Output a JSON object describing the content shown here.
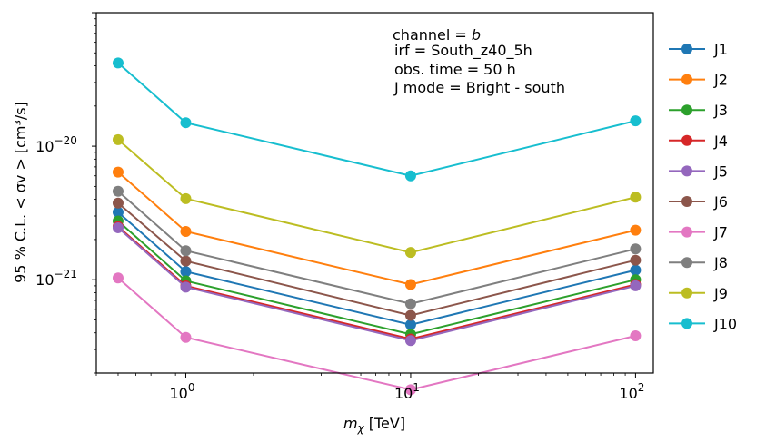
{
  "chart_data": {
    "type": "line",
    "xscale": "log",
    "yscale": "log",
    "x": [
      0.5,
      1,
      10,
      100
    ],
    "xlim": [
      0.4,
      120
    ],
    "ylim": [
      2e-22,
      1e-19
    ],
    "xlabel": "m",
    "xlabel_sub": "χ",
    "xlabel_unit": " [TeV]",
    "ylabel": "95 % C.L.  < σv >   [cm³/s]",
    "xticks": [
      {
        "value": 1,
        "base": "10",
        "exp": "0"
      },
      {
        "value": 10,
        "base": "10",
        "exp": "1"
      },
      {
        "value": 100,
        "base": "10",
        "exp": "2"
      }
    ],
    "yticks": [
      {
        "value": 1e-20,
        "base": "10",
        "exp": "−20"
      },
      {
        "value": 1e-21,
        "base": "10",
        "exp": "−21"
      }
    ],
    "annotations": {
      "channel_prefix": "channel = ",
      "channel_value": "b",
      "irf": "irf = South_z40_5h",
      "obs_time": "obs. time = 50 h",
      "j_mode": "J mode = Bright - south"
    },
    "legend_position": "outside-right",
    "grid": false,
    "series": [
      {
        "name": "J1",
        "color": "#1f77b4",
        "values": [
          3.2e-21,
          1.15e-21,
          4.6e-22,
          1.18e-21
        ]
      },
      {
        "name": "J2",
        "color": "#ff7f0e",
        "values": [
          6.4e-21,
          2.3e-21,
          9.2e-22,
          2.35e-21
        ]
      },
      {
        "name": "J3",
        "color": "#2ca02c",
        "values": [
          2.75e-21,
          9.8e-22,
          3.9e-22,
          1e-21
        ]
      },
      {
        "name": "J4",
        "color": "#d62728",
        "values": [
          2.5e-21,
          9e-22,
          3.6e-22,
          9.2e-22
        ]
      },
      {
        "name": "J5",
        "color": "#9467bd",
        "values": [
          2.45e-21,
          8.8e-22,
          3.5e-22,
          9e-22
        ]
      },
      {
        "name": "J6",
        "color": "#8c564b",
        "values": [
          3.75e-21,
          1.38e-21,
          5.4e-22,
          1.4e-21
        ]
      },
      {
        "name": "J7",
        "color": "#e377c2",
        "values": [
          1.03e-21,
          3.7e-22,
          1.5e-22,
          3.8e-22
        ]
      },
      {
        "name": "J8",
        "color": "#7f7f7f",
        "values": [
          4.6e-21,
          1.65e-21,
          6.6e-22,
          1.7e-21
        ]
      },
      {
        "name": "J9",
        "color": "#bcbd22",
        "values": [
          1.12e-20,
          4.05e-21,
          1.6e-21,
          4.15e-21
        ]
      },
      {
        "name": "J10",
        "color": "#17becf",
        "values": [
          4.2e-20,
          1.5e-20,
          6e-21,
          1.55e-20
        ]
      }
    ]
  }
}
